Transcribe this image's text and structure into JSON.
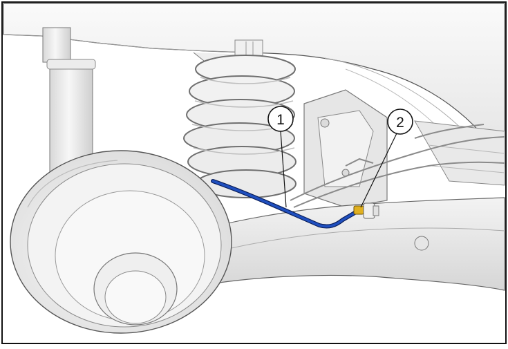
{
  "callouts": [
    {
      "label": "1",
      "part": "brake-line"
    },
    {
      "label": "2",
      "part": "brake-line-fitting"
    }
  ],
  "colors": {
    "brake_line": "#1f4fbf",
    "fitting": "#e0b020",
    "outline": "#111111",
    "body_light": "#f4f4f4",
    "body_shade": "#d9d9d9"
  }
}
